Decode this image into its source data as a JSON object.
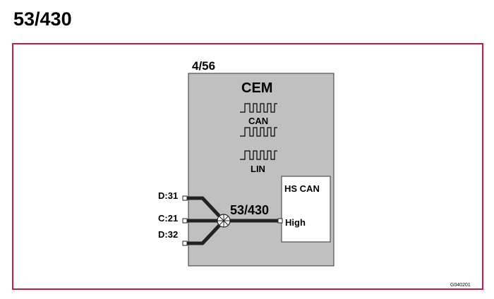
{
  "page": {
    "title": "53/430"
  },
  "diagram": {
    "module_ref": "4/56",
    "module_name": "CEM",
    "signals": [
      {
        "label": "CAN"
      },
      {
        "label": "LIN"
      }
    ],
    "inner_box": {
      "title": "HS CAN",
      "pin_label": "High"
    },
    "connector_ref": "53/430",
    "pins": [
      "D:31",
      "C:21",
      "D:32"
    ],
    "figure_id": "G040201",
    "colors": {
      "frame": "#c8193f",
      "module_fill": "#c0c0c0",
      "wire": "#222222"
    }
  }
}
